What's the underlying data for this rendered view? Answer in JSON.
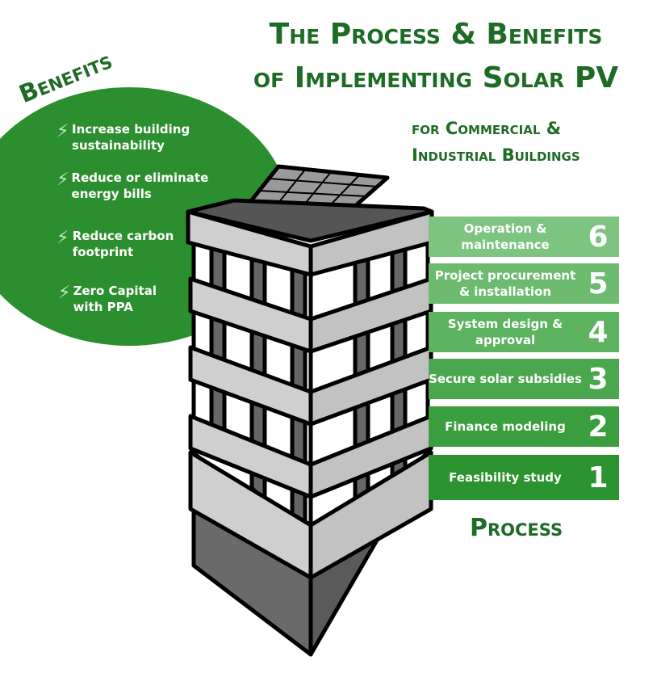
{
  "title": {
    "line1": "The Process & Benefits",
    "line2": "of Implementing Solar PV",
    "subtitle_line1": "for Commercial &",
    "subtitle_line2": "Industrial Buildings"
  },
  "benefits": {
    "heading": "Benefits",
    "items": [
      {
        "label": "Increase building sustainability",
        "icon": "lightning-bolt-icon"
      },
      {
        "label": "Reduce or eliminate energy bills",
        "icon": "lightning-bolt-icon"
      },
      {
        "label": "Reduce carbon footprint",
        "icon": "lightning-bolt-icon"
      },
      {
        "label": "Zero Capital with PPA",
        "icon": "lightning-bolt-icon"
      }
    ]
  },
  "process": {
    "heading": "Process",
    "steps": [
      {
        "number": "6",
        "label": "Operation & maintenance",
        "color": "#7cc47f"
      },
      {
        "number": "5",
        "label": "Project procurement & installation",
        "color": "#6cbb6f"
      },
      {
        "number": "4",
        "label": "System design & approval",
        "color": "#5cb25f"
      },
      {
        "number": "3",
        "label": "Secure solar subsidies",
        "color": "#4aa74e"
      },
      {
        "number": "2",
        "label": "Finance modeling",
        "color": "#3a9d3e"
      },
      {
        "number": "1",
        "label": "Feasibility study",
        "color": "#2b932f"
      }
    ]
  },
  "colors": {
    "brand_green": "#1e6b26",
    "benefits_green": "#2c8f2f"
  }
}
